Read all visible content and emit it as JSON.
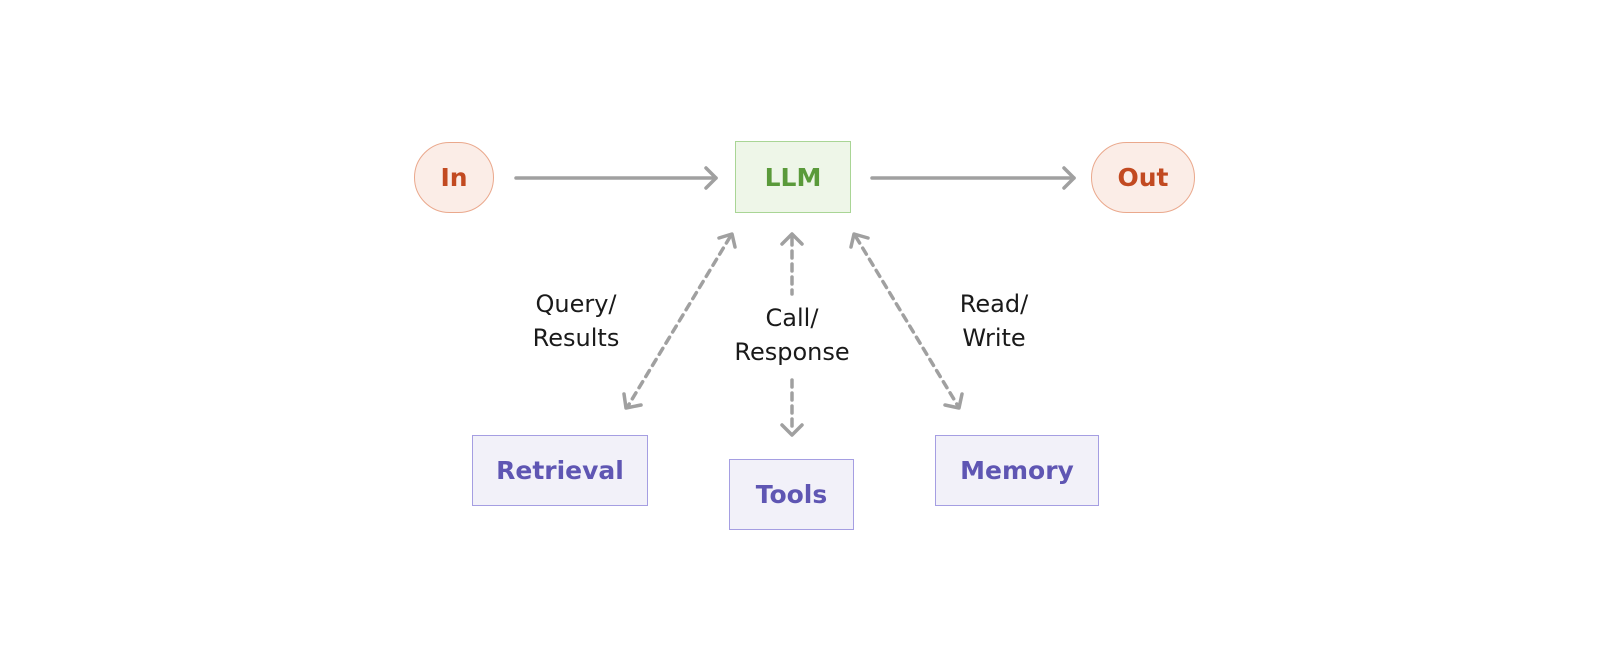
{
  "nodes": {
    "input": "In",
    "llm": "LLM",
    "output": "Out",
    "retrieval": "Retrieval",
    "tools": "Tools",
    "memory": "Memory"
  },
  "edges": {
    "retrieval_label": "Query/\nResults",
    "tools_label": "Call/\nResponse",
    "memory_label": "Read/\nWrite"
  },
  "colors": {
    "arrow": "#a0a0a0",
    "io_fill": "#fbede7",
    "io_stroke": "#eaa88c",
    "io_text": "#c24a21",
    "llm_fill": "#eef6e8",
    "llm_stroke": "#a9d595",
    "llm_text": "#5a9a3a",
    "tool_fill": "#f2f1f9",
    "tool_stroke": "#a59ee2",
    "tool_text": "#5f56b3"
  }
}
